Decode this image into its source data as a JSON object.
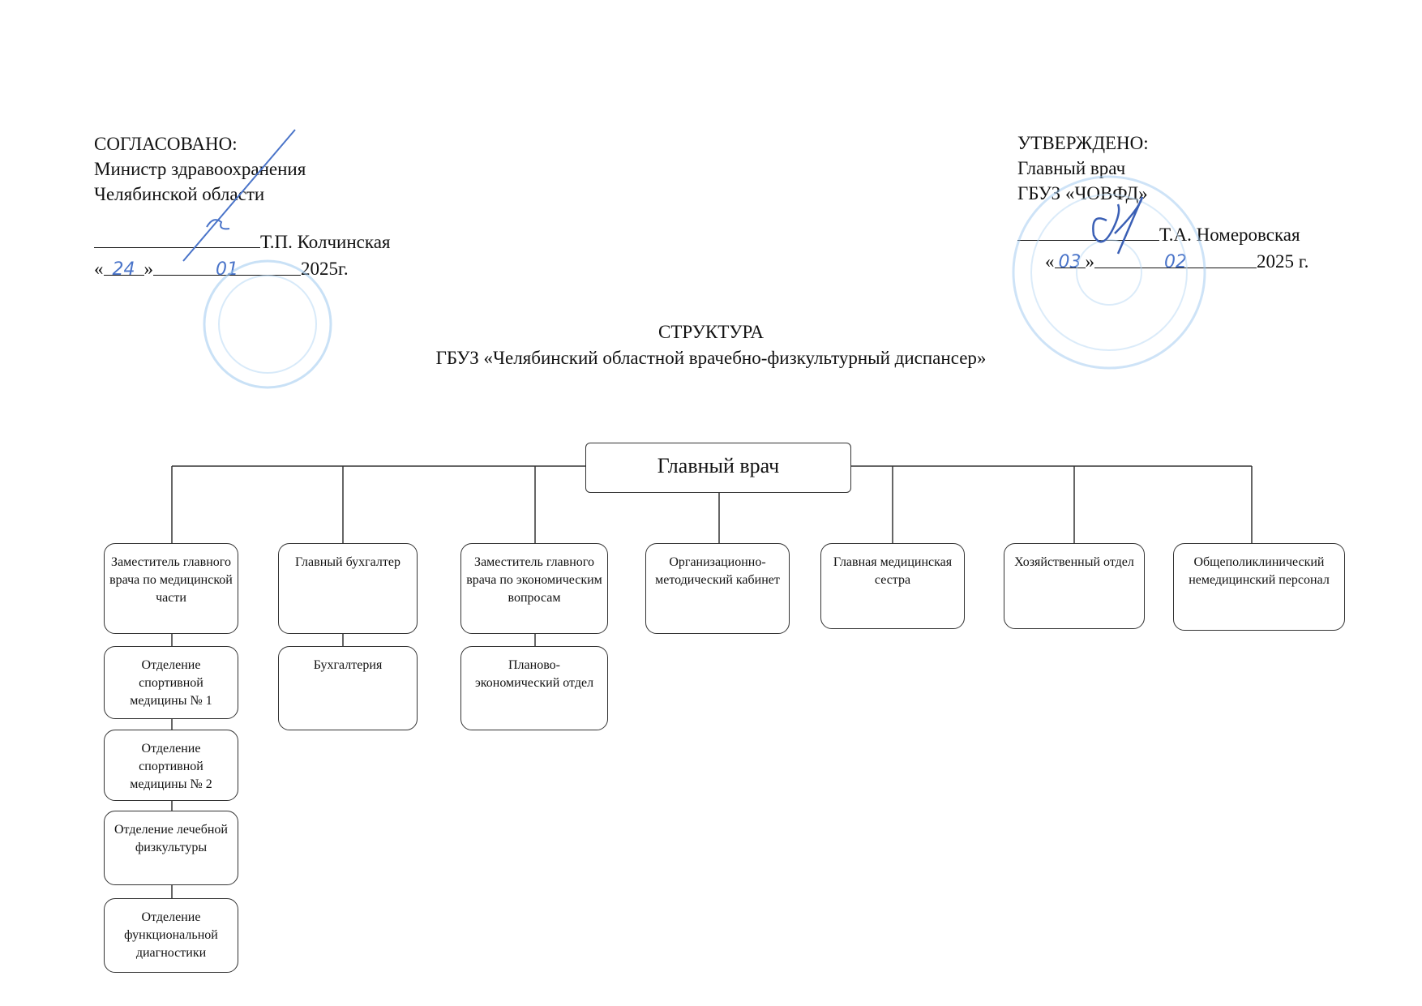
{
  "agreed": {
    "heading": "СОГЛАСОВАНО:",
    "line1": "Министр здравоохранения",
    "line2": "Челябинской области",
    "signer": "Т.П. Колчинская",
    "quote_open": "«",
    "day": "24",
    "quote_close": "»",
    "month": "01",
    "year": "2025г."
  },
  "approved": {
    "heading": "УТВЕРЖДЕНО:",
    "line1": "Главный врач",
    "line2": "ГБУЗ «ЧОВФД»",
    "signer": "Т.А. Номеровская",
    "quote_open": "«",
    "day": "03",
    "quote_close": "»",
    "month": "02",
    "year": "2025 г."
  },
  "title": {
    "line1": "СТРУКТУРА",
    "line2": "ГБУЗ «Челябинский областной врачебно-физкультурный диспансер»"
  },
  "org": {
    "head": "Главный врач",
    "units": [
      "Заместитель главного врача по медицинской части",
      "Главный бухгалтер",
      "Заместитель главного врача по экономическим вопросам",
      "Организационно-методический кабинет",
      "Главная медицинская сестра",
      "Хозяйственный отдел",
      "Общеполиклинический немедицинский персонал"
    ],
    "medical_subunits": [
      "Отделение спортивной медицины № 1",
      "Отделение спортивной медицины № 2",
      "Отделение лечебной физкультуры",
      "Отделение функциональной диагностики"
    ],
    "accounting_subunit": "Бухгалтерия",
    "economic_subunit": "Планово-экономический отдел"
  },
  "colors": {
    "ink": "#111111",
    "stamp": "#9ec9f0",
    "signature": "#4a74c9"
  }
}
